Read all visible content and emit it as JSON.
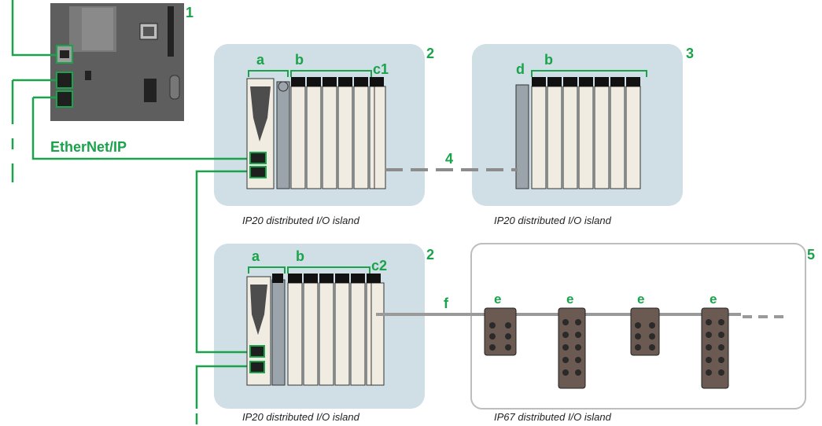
{
  "colors": {
    "accent": "#1aa34a",
    "panel": "#cfdfe5",
    "cable_gray": "#9a9a9a",
    "bus_dash": "#8c8c8c",
    "module_body": "#f1ece2",
    "controller": "#5e5e5e"
  },
  "labels": {
    "controller_num": "1",
    "network": "EtherNet/IP",
    "island_top_left_num": "2",
    "island_top_right_num": "3",
    "island_bot_left_num": "2",
    "island67_num": "5",
    "link_num": "4",
    "a_top": "a",
    "b_top": "b",
    "c1": "c1",
    "d": "d",
    "b_right": "b",
    "a_bot": "a",
    "b_bot": "b",
    "c2": "c2",
    "f": "f",
    "e1": "e",
    "e2": "e",
    "e3": "e",
    "e4": "e"
  },
  "captions": {
    "top_left": "IP20 distributed I/O island",
    "top_right": "IP20 distributed I/O island",
    "bot_left": "IP20 distributed I/O island",
    "bot_right": "IP67 distributed I/O island"
  }
}
